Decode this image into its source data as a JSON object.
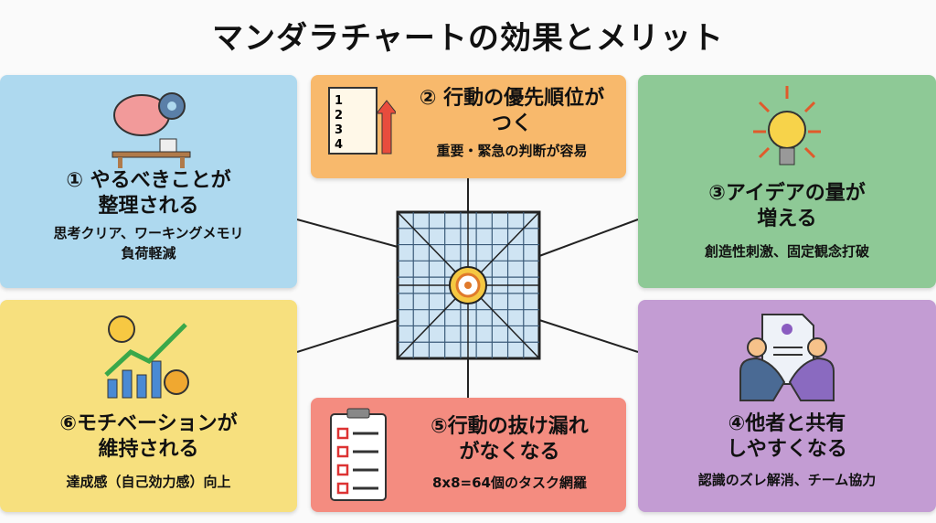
{
  "title": "マンダラチャートの効果とメリット",
  "colors": {
    "blue": "#aed9ef",
    "orange": "#f8b96c",
    "green": "#8ec996",
    "yellow": "#f7e07e",
    "red": "#f48c80",
    "purple": "#c39cd3"
  },
  "cards": [
    {
      "title1": "① やるべきことが",
      "title2": "整理される",
      "desc1": "思考クリア、ワーキングメモリ",
      "desc2": "負荷軽減",
      "icon": "brain-gear-desk-icon"
    },
    {
      "title1": "② 行動の優先順位が",
      "title2": "つく",
      "desc1": "重要・緊急の判断が容易",
      "icon": "priority-list-icon",
      "list": [
        "1",
        "2",
        "3",
        "4"
      ]
    },
    {
      "title1": "③アイデアの量が",
      "title2": "増える",
      "desc1": "創造性刺激、固定観念打破",
      "icon": "lightbulb-icon"
    },
    {
      "title1": "④他者と共有",
      "title2": "しやすくなる",
      "desc1": "認識のズレ解消、チーム協力",
      "icon": "handshake-document-icon"
    },
    {
      "title1": "⑤行動の抜け漏れ",
      "title2": "がなくなる",
      "desc1": "8x8=64個のタスク網羅",
      "icon": "checklist-icon"
    },
    {
      "title1": "⑥モチベーションが",
      "title2": "維持される",
      "desc1": "達成感（自己効力感）向上",
      "icon": "growth-chart-icon"
    }
  ]
}
